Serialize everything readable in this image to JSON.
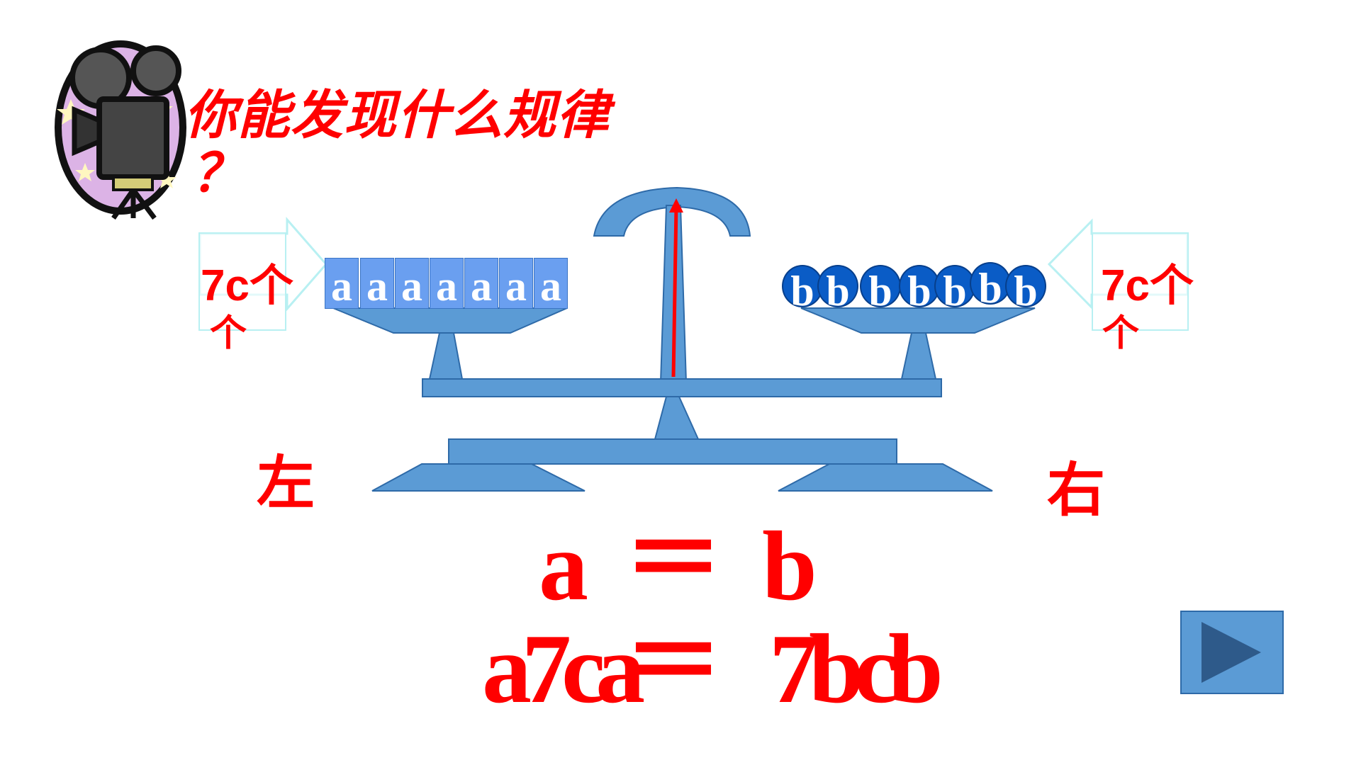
{
  "title": {
    "line1": "你能发现什么规律",
    "line2": "？"
  },
  "left_count": {
    "main": "7c个",
    "sub": "个"
  },
  "right_count": {
    "main": "7c个",
    "sub": "个"
  },
  "left_items": [
    "a",
    "a",
    "a",
    "a",
    "a",
    "a",
    "a"
  ],
  "right_items": [
    "b",
    "b",
    "b",
    "b",
    "b",
    "b",
    "b"
  ],
  "side_labels": {
    "left": "左",
    "right": "右"
  },
  "equation1": {
    "left": "a",
    "op": "＝",
    "right": "b"
  },
  "equation2": {
    "left": "a7ca",
    "op": "＝",
    "right": "7bcb"
  },
  "colors": {
    "accent": "#ff0000",
    "scale": "#5b9bd5",
    "item_a": "#6a9ff0",
    "item_b": "#0a5cc6"
  },
  "icons": {
    "logo": "movie-camera-icon",
    "next": "play-next-icon"
  }
}
